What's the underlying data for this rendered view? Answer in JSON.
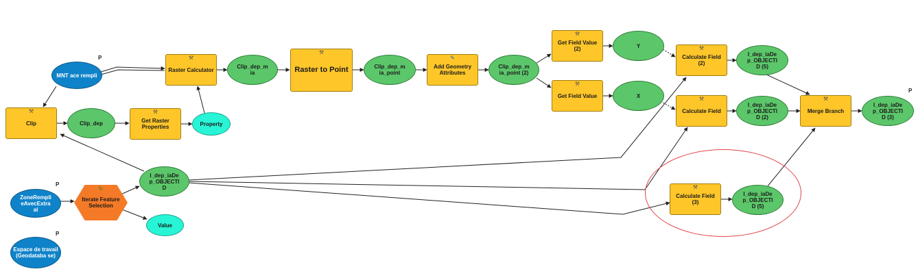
{
  "diagram": {
    "nodes": [
      {
        "id": "mnt",
        "kind": "input",
        "label": "MNT ace rempli",
        "param": "P"
      },
      {
        "id": "clip",
        "kind": "tool",
        "label": "Clip"
      },
      {
        "id": "clipdep",
        "kind": "var",
        "label": "Clip_dep"
      },
      {
        "id": "getraster",
        "kind": "tool",
        "label": "Get Raster Properties"
      },
      {
        "id": "property",
        "kind": "env",
        "label": "Property"
      },
      {
        "id": "rastercalc",
        "kind": "tool",
        "label": "Raster Calculator"
      },
      {
        "id": "clipdepmia",
        "kind": "var",
        "label": "Clip_dep_m\nia"
      },
      {
        "id": "rastertopoint",
        "kind": "tool",
        "label": "Raster to Point"
      },
      {
        "id": "clipdepmiapoint",
        "kind": "var",
        "label": "Clip_dep_m\nia_point"
      },
      {
        "id": "addgeom",
        "kind": "tool",
        "label": "Add Geometry Attributes"
      },
      {
        "id": "clipdepmiapoint2",
        "kind": "var",
        "label": "Clip_dep_m\nia_point (2)"
      },
      {
        "id": "getfield2",
        "kind": "tool",
        "label": "Get Field Value (2)"
      },
      {
        "id": "getfield",
        "kind": "tool",
        "label": "Get Field Value"
      },
      {
        "id": "y",
        "kind": "var",
        "label": "Y"
      },
      {
        "id": "x",
        "kind": "var",
        "label": "X"
      },
      {
        "id": "calc2",
        "kind": "tool",
        "label": "Calculate Field (2)"
      },
      {
        "id": "calc",
        "kind": "tool",
        "label": "Calculate Field"
      },
      {
        "id": "calc3",
        "kind": "tool",
        "label": "Calculate Field (3)"
      },
      {
        "id": "idep5a",
        "kind": "var",
        "label": "I_dep_iaDe\np_OBJECTI\nD (5)"
      },
      {
        "id": "idep2",
        "kind": "var",
        "label": "I_dep_iaDe\np_OBJECTI\nD (2)"
      },
      {
        "id": "idep5b",
        "kind": "var",
        "label": "I_dep_iaDe\np_OBJECTI\nD (5)"
      },
      {
        "id": "merge",
        "kind": "tool",
        "label": "Merge Branch"
      },
      {
        "id": "idep3",
        "kind": "var",
        "label": "I_dep_iaDe\np_OBJECTI\nD (3)",
        "param": "P"
      },
      {
        "id": "idep",
        "kind": "var",
        "label": "I_dep_iaDe\np_OBJECTI\nD"
      },
      {
        "id": "zone",
        "kind": "input",
        "label": "ZoneRempli\neAvecExtra\nal",
        "param": "P"
      },
      {
        "id": "iterate",
        "kind": "iterator",
        "label": "Iterate Feature Selection"
      },
      {
        "id": "value",
        "kind": "env",
        "label": "Value"
      },
      {
        "id": "espace",
        "kind": "input",
        "label": "Espace de travail (Geodataba se)",
        "param": "P"
      }
    ],
    "colors": {
      "tool": "#ffc629",
      "variable": "#5cc76a",
      "input": "#0f83c9",
      "environment": "#28f5d6",
      "iterator": "#f47a27",
      "highlight": "#e0454a"
    }
  }
}
